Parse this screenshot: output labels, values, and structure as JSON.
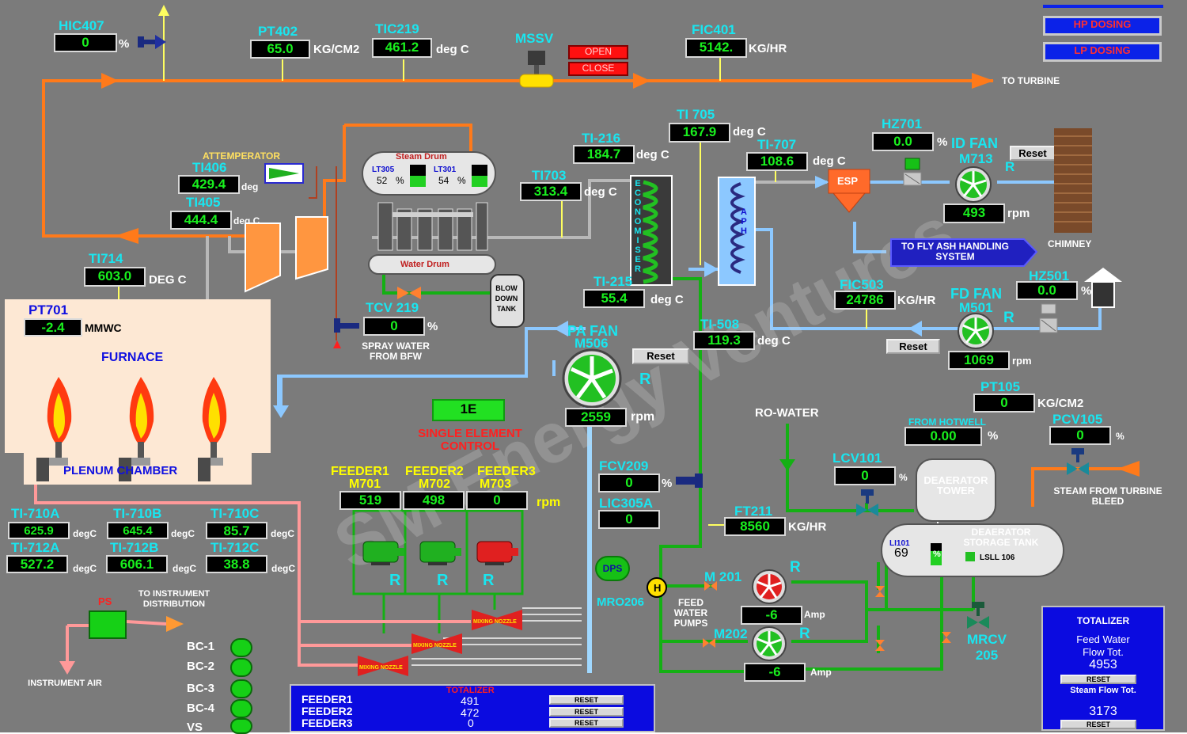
{
  "colors": {
    "background": "#7b7b7b",
    "steam": "#ff7a1a",
    "water": "#8cc8ff",
    "green_line": "#14b014",
    "air": "#ff9999",
    "value_text": "#19f01e",
    "tag_text": "#19e6f0"
  },
  "tags": {
    "hic407": {
      "name": "HIC407",
      "value": "0",
      "unit": "%"
    },
    "pt402": {
      "name": "PT402",
      "value": "65.0",
      "unit": "KG/CM2"
    },
    "tic219": {
      "name": "TIC219",
      "value": "461.2",
      "unit": "deg C"
    },
    "mssv": {
      "name": "MSSV",
      "open": "OPEN",
      "close": "CLOSE"
    },
    "fic401": {
      "name": "FIC401",
      "value": "5142.",
      "unit": "KG/HR"
    },
    "ti705": {
      "name": "TI 705",
      "value": "167.9",
      "unit": "deg C"
    },
    "hz701": {
      "name": "HZ701",
      "value": "0.0",
      "unit": "%"
    },
    "ti216": {
      "name": "TI-216",
      "value": "184.7",
      "unit": "deg C"
    },
    "ti707": {
      "name": "TI-707",
      "value": "108.6",
      "unit": "deg C"
    },
    "ti703": {
      "name": "TI703",
      "value": "313.4",
      "unit": "deg C"
    },
    "ti406": {
      "name": "TI406",
      "value": "429.4",
      "unit": "deg"
    },
    "ti405": {
      "name": "TI405",
      "value": "444.4",
      "unit": "deg C"
    },
    "ti714": {
      "name": "TI714",
      "value": "603.0",
      "unit": "DEG C"
    },
    "pt701": {
      "name": "PT701",
      "value": "-2.4",
      "unit": "MMWC"
    },
    "tcv219": {
      "name": "TCV 219",
      "value": "0",
      "unit": "%"
    },
    "ti215": {
      "name": "TI-215",
      "value": "55.4",
      "unit": "deg C"
    },
    "fic503": {
      "name": "FIC503",
      "value": "24786",
      "unit": "KG/HR"
    },
    "hz501": {
      "name": "HZ501",
      "value": "0.0",
      "unit": "%"
    },
    "ti508": {
      "name": "TI-508",
      "value": "119.3",
      "unit": "deg C"
    },
    "pt105": {
      "name": "PT105",
      "value": "0",
      "unit": "KG/CM2"
    },
    "from_hotwell": {
      "name": "FROM HOTWELL",
      "value": "0.00",
      "unit": "%"
    },
    "pcv105": {
      "name": "PCV105",
      "value": "0",
      "unit": "%"
    },
    "lcv101": {
      "name": "LCV101",
      "value": "0",
      "unit": "%"
    },
    "fcv209": {
      "name": "FCV209",
      "value": "0",
      "unit": "%"
    },
    "lic305a": {
      "name": "LIC305A",
      "value": "0"
    },
    "ft211": {
      "name": "FT211",
      "value": "8560",
      "unit": "KG/HR"
    },
    "ti710a": {
      "name": "TI-710A",
      "value": "625.9",
      "unit": "degC"
    },
    "ti710b": {
      "name": "TI-710B",
      "value": "645.4",
      "unit": "degC"
    },
    "ti710c": {
      "name": "TI-710C",
      "value": "85.7",
      "unit": "degC"
    },
    "ti712a": {
      "name": "TI-712A",
      "value": "527.2",
      "unit": "degC"
    },
    "ti712b": {
      "name": "TI-712B",
      "value": "606.1",
      "unit": "degC"
    },
    "ti712c": {
      "name": "TI-712C",
      "value": "38.8",
      "unit": "degC"
    }
  },
  "buttons": {
    "hp_dosing": "HP DOSING",
    "lp_dosing": "LP DOSING",
    "reset": "Reset",
    "reset_caps": "RESET"
  },
  "labels": {
    "to_turbine": "TO TURBINE",
    "attemperator": "ATTEMPERATOR",
    "steam_drum": "Steam Drum",
    "water_drum": "Water Drum",
    "lt305": "LT305",
    "lt305_value": "52",
    "lt301": "LT301",
    "lt301_value": "54",
    "pct": "%",
    "blow_down_tank": "BLOW DOWN TANK",
    "economiser": "E C O N O M I S E R",
    "aph": "A P H",
    "esp": "ESP",
    "to_fly_ash": "TO FLY ASH HANDLING SYSTEM",
    "chimney": "CHIMNEY",
    "spray_water": "SPRAY WATER FROM BFW",
    "furnace": "FURNACE",
    "plenum_chamber": "PLENUM CHAMBER",
    "ro_water": "RO-WATER",
    "single_element": "SINGLE ELEMENT CONTROL",
    "mode": "1E",
    "deaerator_tower": "DEAERATOR TOWER",
    "deaerator_storage": "DEAERATOR STORAGE TANK",
    "li101": "LI101",
    "li101_value": "69",
    "lsll": "LSLL 106",
    "steam_from_bleed": "STEAM FROM TURBINE BLEED",
    "feed_water_pumps": "FEED WATER PUMPS",
    "mro206": "MRO206",
    "dps": "DPS",
    "mrcv": "MRCV 205",
    "mixing_nozzle": "MIXING NOZZLE",
    "instrument_air": "INSTRUMENT AIR",
    "to_instrument": "TO INSTRUMENT DISTRIBUTION",
    "ps": "PS",
    "r": "R",
    "rpm": "rpm",
    "amp": "Amp"
  },
  "fans": {
    "id": {
      "name": "ID FAN",
      "tag": "M713",
      "speed": "493"
    },
    "fd": {
      "name": "FD FAN",
      "tag": "M501",
      "speed": "1069"
    },
    "pa": {
      "name": "PA FAN",
      "tag": "M506",
      "speed": "2559"
    }
  },
  "feeders": {
    "f1": {
      "name": "FEEDER1",
      "tag": "M701",
      "speed": "519"
    },
    "f2": {
      "name": "FEEDER2",
      "tag": "M702",
      "speed": "498"
    },
    "f3": {
      "name": "FEEDER3",
      "tag": "M703",
      "speed": "0"
    }
  },
  "pumps": {
    "m201": {
      "tag": "M 201",
      "amp": "-6"
    },
    "m202": {
      "tag": "M202",
      "amp": "-6"
    }
  },
  "bc": [
    "BC-1",
    "BC-2",
    "BC-3",
    "BC-4",
    "VS"
  ],
  "totalizer_feeder": {
    "title": "TOTALIZER",
    "rows": [
      {
        "name": "FEEDER1",
        "value": "491"
      },
      {
        "name": "FEEDER2",
        "value": "472"
      },
      {
        "name": "FEEDER3",
        "value": "0"
      }
    ]
  },
  "totalizer_water": {
    "title": "TOTALIZER",
    "feed_label": "Feed Water Flow Tot.",
    "feed_value": "4953",
    "steam_label": "Steam Flow Tot.",
    "steam_value": "3173"
  },
  "watermark": "SM Energy Ventures"
}
